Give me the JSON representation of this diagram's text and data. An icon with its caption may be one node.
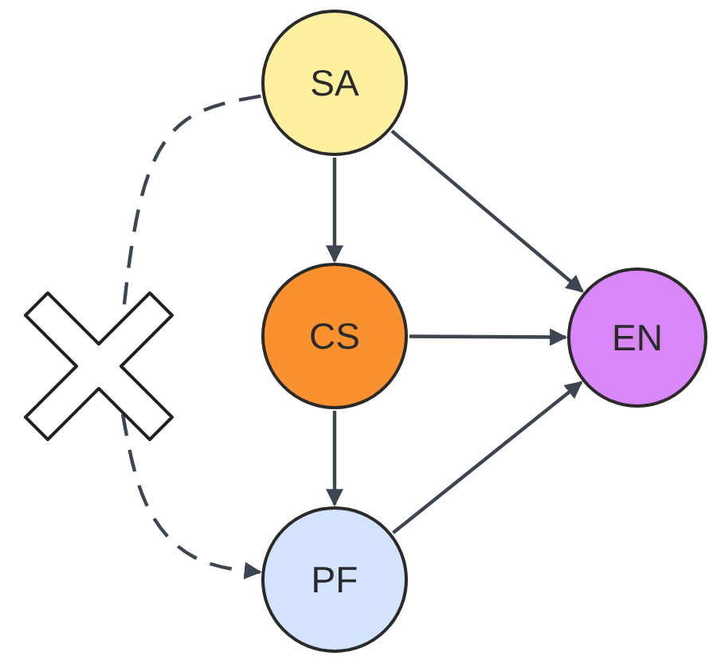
{
  "diagram": {
    "nodes": [
      {
        "text": [
          "SA"
        ]
      },
      {
        "text": [
          "CS"
        ]
      },
      {
        "text": [
          "EN"
        ]
      },
      {
        "text": [
          "PF"
        ]
      },
      {
        "text": [],
        "shape": "cross"
      }
    ],
    "edges": [
      {
        "from": 0,
        "to": 1,
        "arrow": "to"
      },
      {
        "from": 0,
        "to": 2,
        "arrow": "to"
      },
      {
        "from": 1,
        "to": 2,
        "arrow": "to"
      },
      {
        "from": 1,
        "to": 3,
        "arrow": "to"
      },
      {
        "from": 3,
        "to": 2,
        "arrow": "to"
      },
      {
        "from": 0,
        "to": 4,
        "arrow": "none",
        "style": "dashed"
      },
      {
        "from": 4,
        "to": 3,
        "arrow": "to",
        "style": "dashed"
      }
    ]
  }
}
